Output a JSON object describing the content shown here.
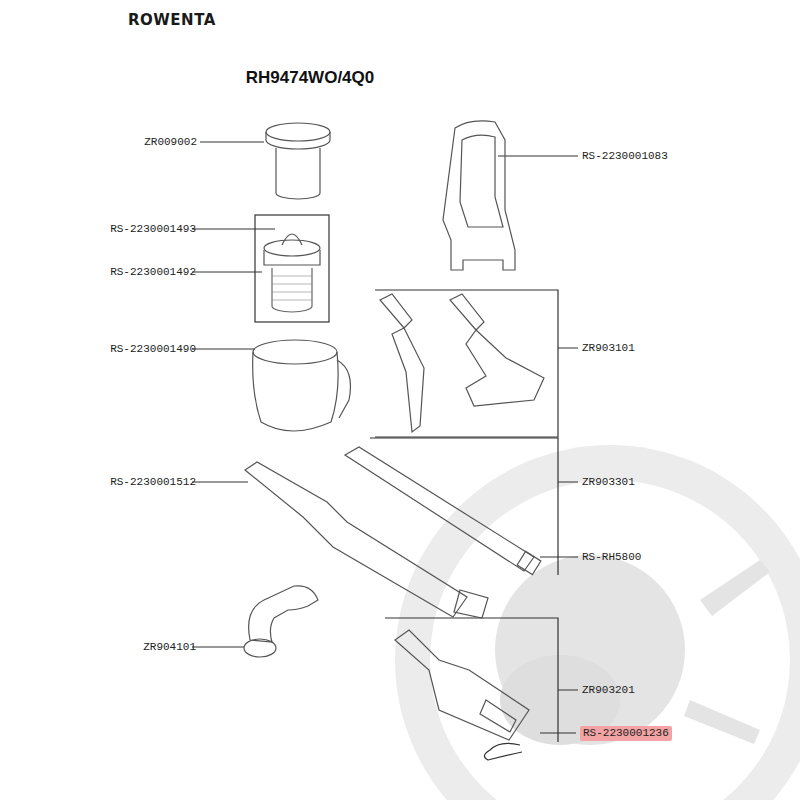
{
  "diagram": {
    "title": "RH9474WO/4Q0",
    "labels": [
      "ROWENTA",
      "ZR009002",
      "RS-2230001083",
      "RS-2230001493",
      "RS-2230001492",
      "ZR903101",
      "RS-2230001490",
      "ZR903301",
      "RS-2230001512",
      "RS-RH5800",
      "ZR904101",
      "ZR903201",
      "RS-2230001236"
    ]
  }
}
